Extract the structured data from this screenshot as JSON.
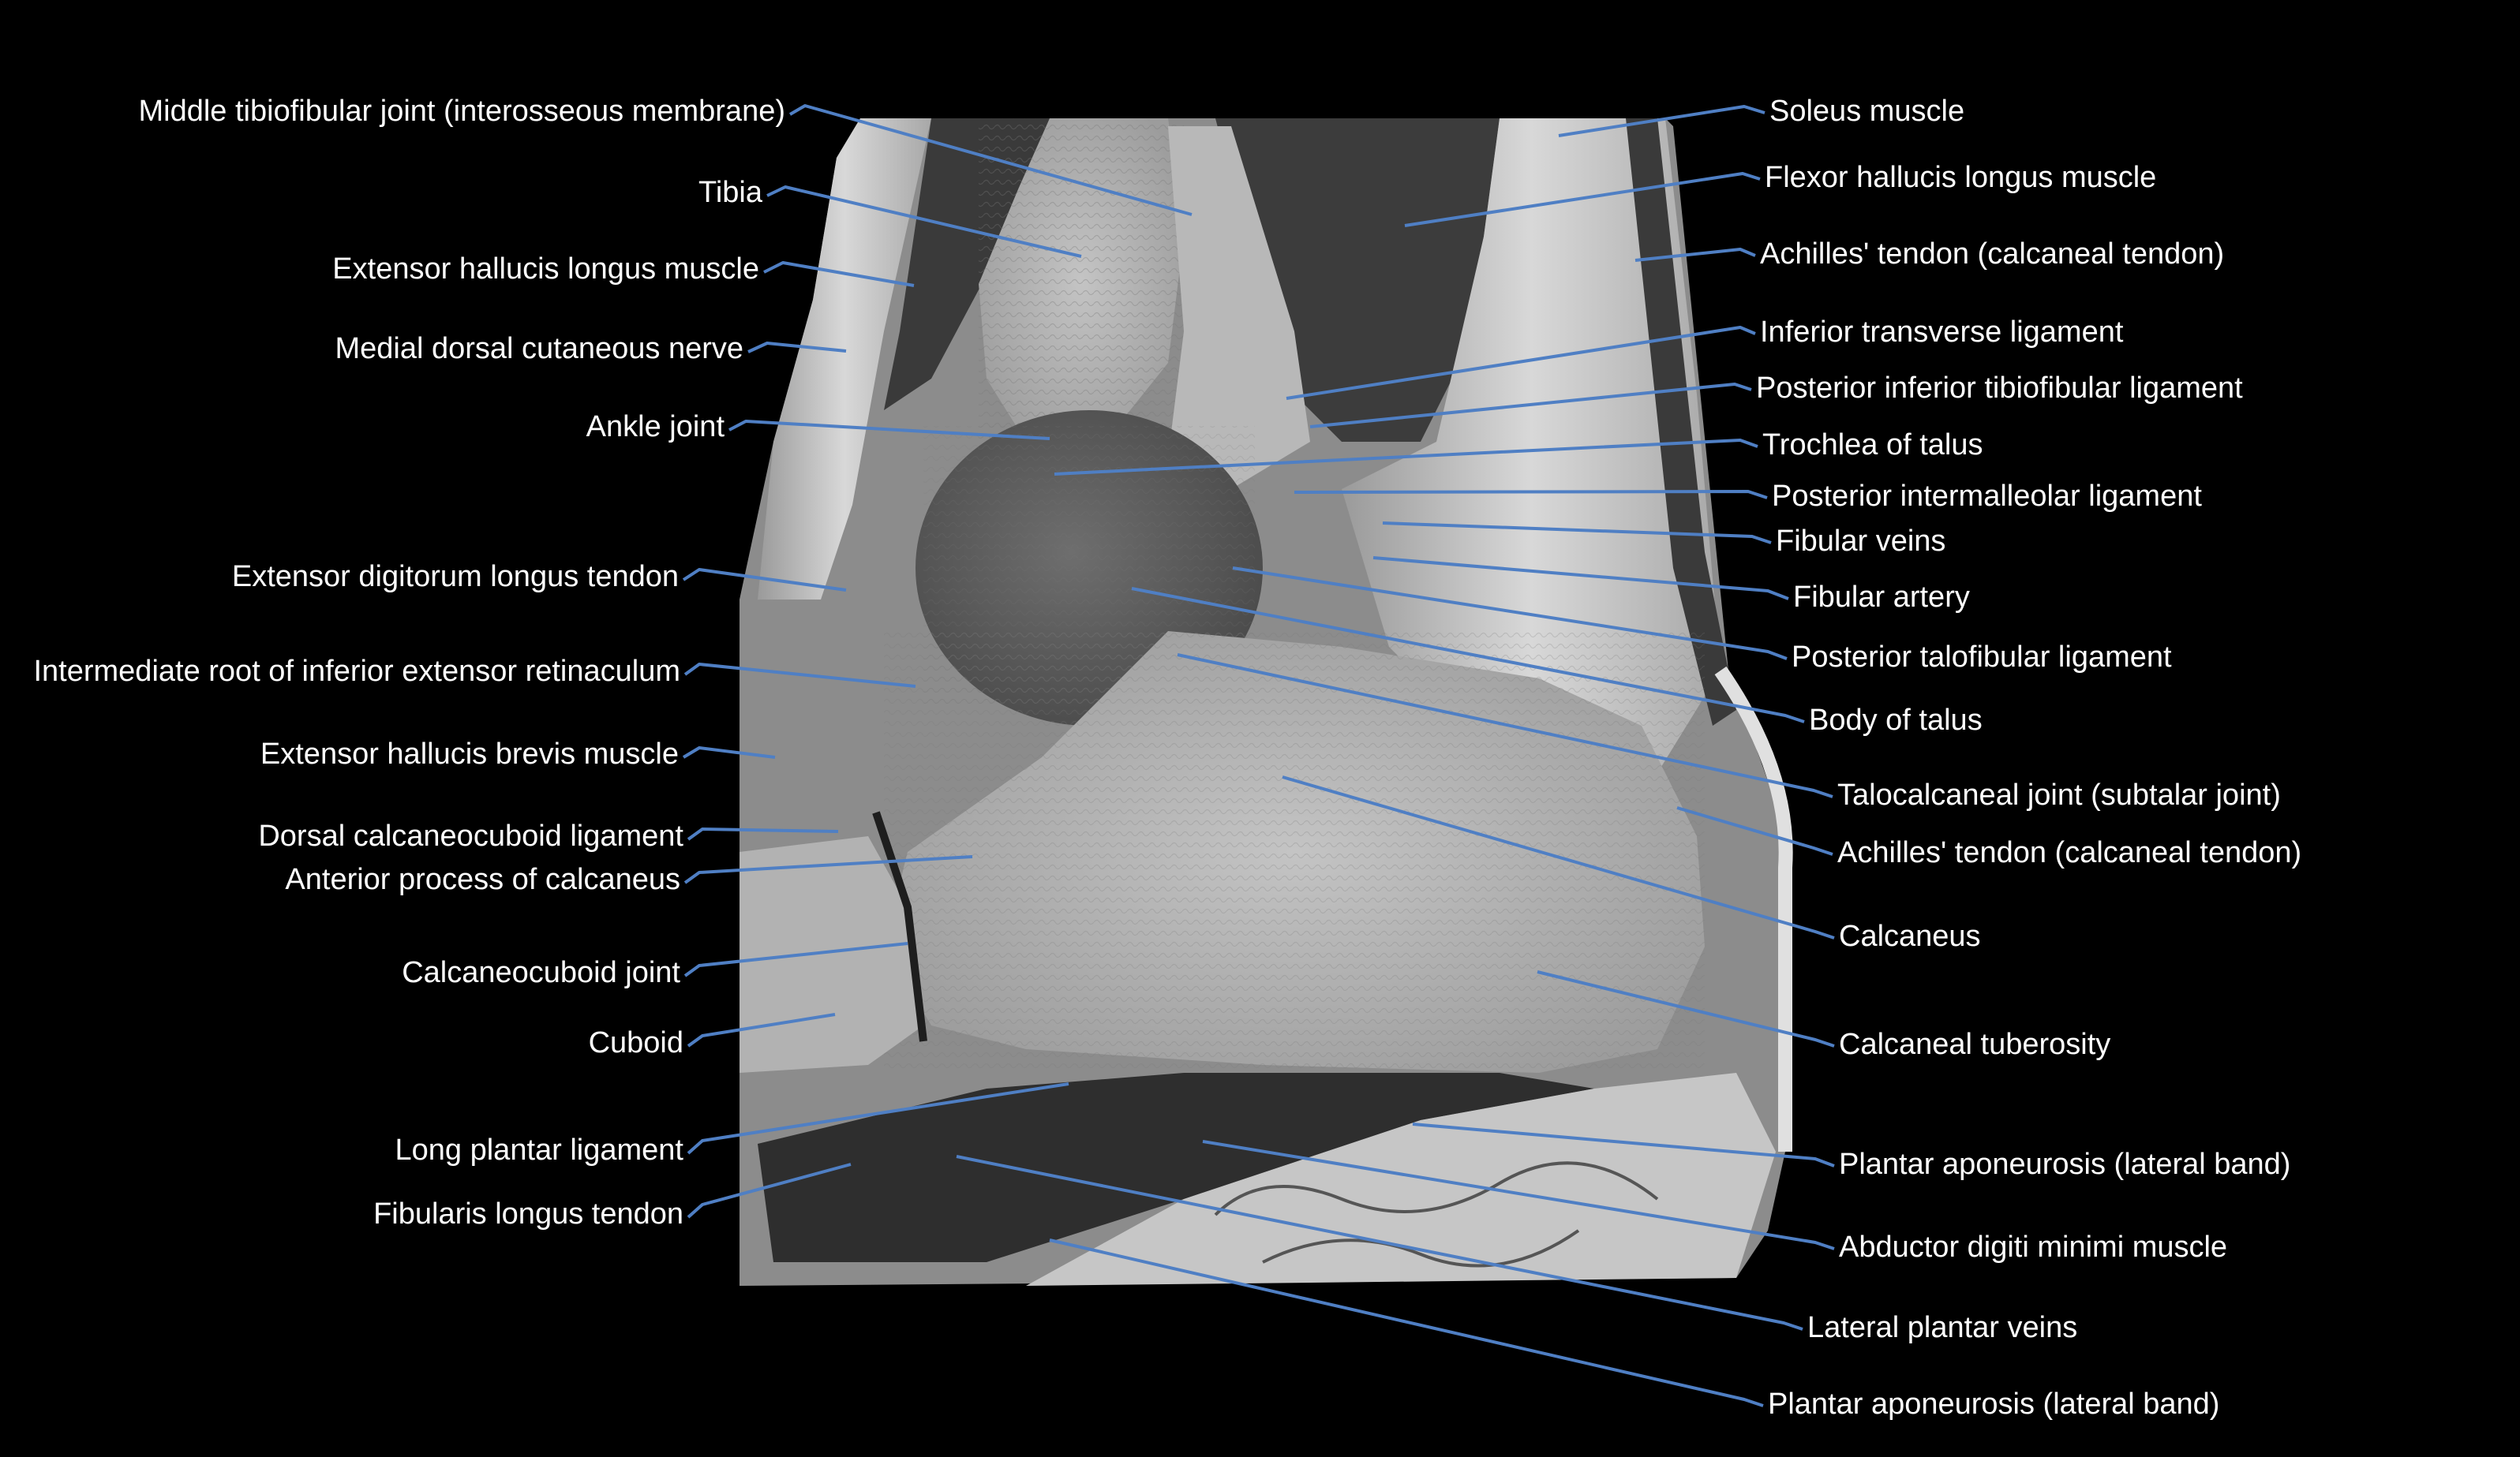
{
  "figure": {
    "type": "Sagittal T1-weighted MRI of the ankle and hindfoot",
    "leader_line_color": "#4f7fc4",
    "label_color": "#ffffff",
    "background_color": "#000000"
  },
  "labels_left": [
    {
      "id": "middle-tibiofibular-joint",
      "text": "Middle tibiofibular joint (interosseous membrane)"
    },
    {
      "id": "tibia",
      "text": "Tibia"
    },
    {
      "id": "extensor-hallucis-longus-muscle",
      "text": "Extensor hallucis longus muscle"
    },
    {
      "id": "medial-dorsal-cutaneous-nerve",
      "text": "Medial dorsal cutaneous nerve"
    },
    {
      "id": "ankle-joint",
      "text": "Ankle joint"
    },
    {
      "id": "extensor-digitorum-longus-tendon",
      "text": "Extensor digitorum longus tendon"
    },
    {
      "id": "intermediate-root-inferior-extensor-retinaculum",
      "text": "Intermediate root of inferior extensor retinaculum"
    },
    {
      "id": "extensor-hallucis-brevis-muscle",
      "text": "Extensor hallucis brevis muscle"
    },
    {
      "id": "dorsal-calcaneocuboid-ligament",
      "text": "Dorsal calcaneocuboid ligament"
    },
    {
      "id": "anterior-process-of-calcaneus",
      "text": "Anterior process of calcaneus"
    },
    {
      "id": "calcaneocuboid-joint",
      "text": "Calcaneocuboid joint"
    },
    {
      "id": "cuboid",
      "text": "Cuboid"
    },
    {
      "id": "long-plantar-ligament",
      "text": "Long plantar ligament"
    },
    {
      "id": "fibularis-longus-tendon",
      "text": "Fibularis longus tendon"
    }
  ],
  "labels_right": [
    {
      "id": "soleus-muscle",
      "text": "Soleus muscle"
    },
    {
      "id": "flexor-hallucis-longus-muscle",
      "text": "Flexor hallucis longus muscle"
    },
    {
      "id": "achilles-tendon-upper",
      "text": "Achilles' tendon (calcaneal tendon)"
    },
    {
      "id": "inferior-transverse-ligament",
      "text": "Inferior transverse ligament"
    },
    {
      "id": "posterior-inferior-tibiofibular-ligament",
      "text": "Posterior inferior tibiofibular ligament"
    },
    {
      "id": "trochlea-of-talus",
      "text": "Trochlea of talus"
    },
    {
      "id": "posterior-intermalleolar-ligament",
      "text": "Posterior intermalleolar ligament"
    },
    {
      "id": "fibular-veins",
      "text": "Fibular veins"
    },
    {
      "id": "fibular-artery",
      "text": "Fibular artery"
    },
    {
      "id": "posterior-talofibular-ligament",
      "text": "Posterior talofibular ligament"
    },
    {
      "id": "body-of-talus",
      "text": "Body of talus"
    },
    {
      "id": "talocalcaneal-joint",
      "text": "Talocalcaneal joint (subtalar joint)"
    },
    {
      "id": "achilles-tendon-lower",
      "text": "Achilles' tendon (calcaneal tendon)"
    },
    {
      "id": "calcaneus",
      "text": "Calcaneus"
    },
    {
      "id": "calcaneal-tuberosity",
      "text": "Calcaneal tuberosity"
    },
    {
      "id": "plantar-aponeurosis-upper",
      "text": "Plantar aponeurosis (lateral band)"
    },
    {
      "id": "abductor-digiti-minimi-muscle",
      "text": "Abductor digiti minimi muscle"
    },
    {
      "id": "lateral-plantar-veins",
      "text": "Lateral plantar veins"
    },
    {
      "id": "plantar-aponeurosis-lower",
      "text": "Plantar aponeurosis (lateral band)"
    }
  ]
}
